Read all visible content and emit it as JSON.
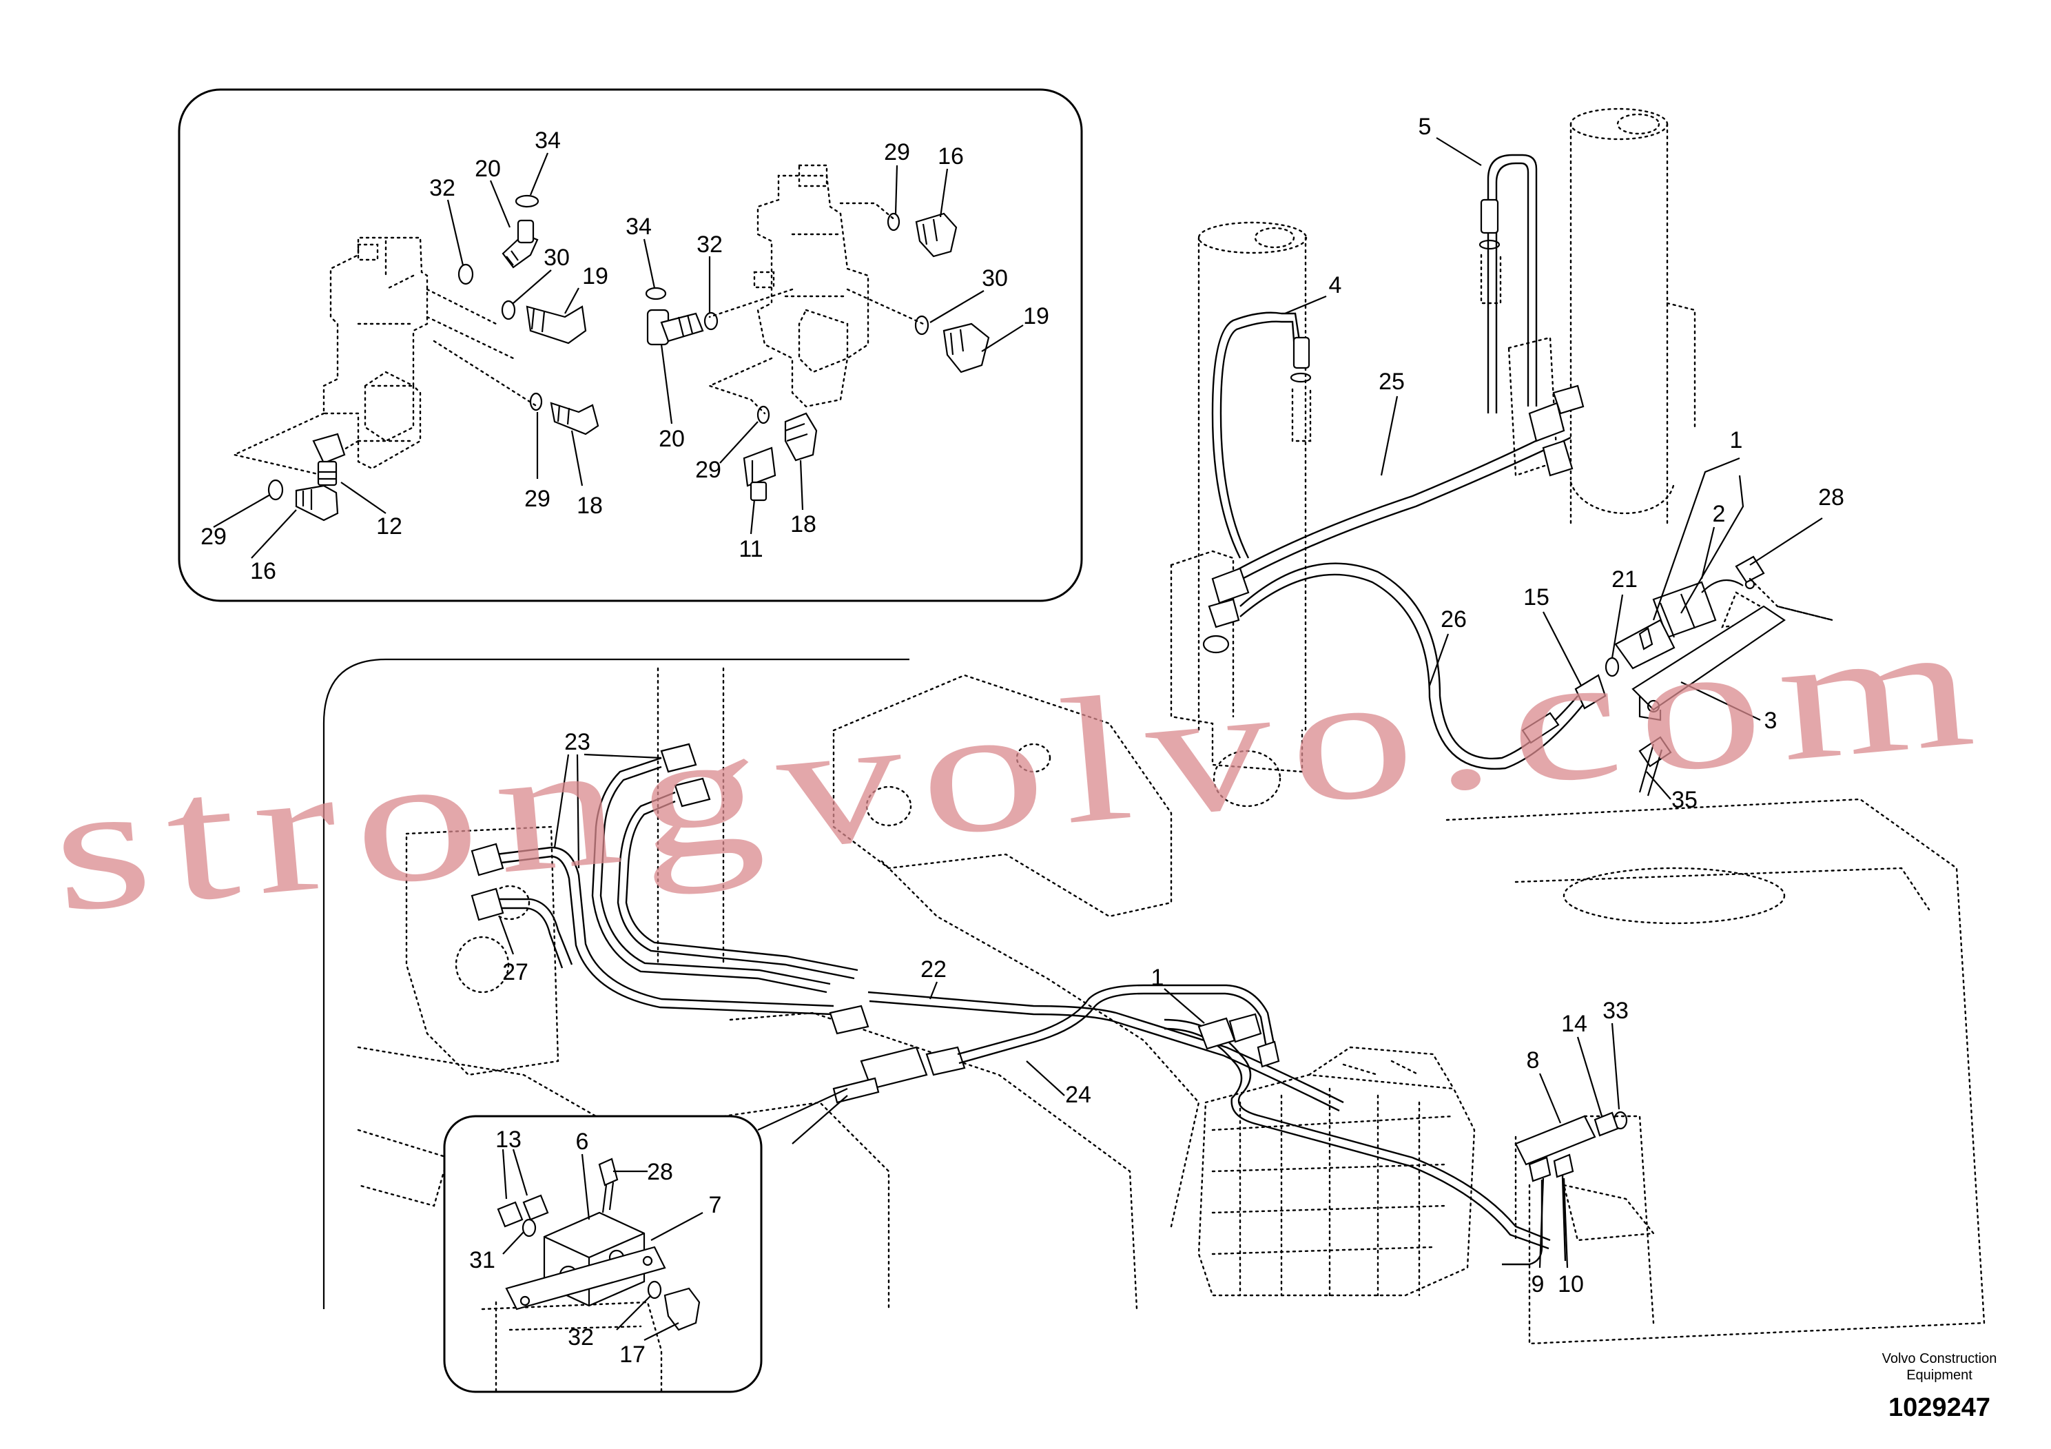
{
  "diagram": {
    "callouts": [
      {
        "id": "c34a",
        "text": "34"
      },
      {
        "id": "c20a",
        "text": "20"
      },
      {
        "id": "c32a",
        "text": "32"
      },
      {
        "id": "c30a",
        "text": "30"
      },
      {
        "id": "c19a",
        "text": "19"
      },
      {
        "id": "c29a",
        "text": "29"
      },
      {
        "id": "c18a",
        "text": "18"
      },
      {
        "id": "c12",
        "text": "12"
      },
      {
        "id": "c29b",
        "text": "29"
      },
      {
        "id": "c16a",
        "text": "16"
      },
      {
        "id": "c34b",
        "text": "34"
      },
      {
        "id": "c32b",
        "text": "32"
      },
      {
        "id": "c20b",
        "text": "20"
      },
      {
        "id": "c29c",
        "text": "29"
      },
      {
        "id": "c11",
        "text": "11"
      },
      {
        "id": "c18b",
        "text": "18"
      },
      {
        "id": "c29d",
        "text": "29"
      },
      {
        "id": "c16b",
        "text": "16"
      },
      {
        "id": "c30b",
        "text": "30"
      },
      {
        "id": "c19b",
        "text": "19"
      },
      {
        "id": "c5",
        "text": "5"
      },
      {
        "id": "c4",
        "text": "4"
      },
      {
        "id": "c25",
        "text": "25"
      },
      {
        "id": "c1a",
        "text": "1"
      },
      {
        "id": "c2",
        "text": "2"
      },
      {
        "id": "c28a",
        "text": "28"
      },
      {
        "id": "c21",
        "text": "21"
      },
      {
        "id": "c15",
        "text": "15"
      },
      {
        "id": "c26",
        "text": "26"
      },
      {
        "id": "c3",
        "text": "3"
      },
      {
        "id": "c35",
        "text": "35"
      },
      {
        "id": "c23",
        "text": "23"
      },
      {
        "id": "c27",
        "text": "27"
      },
      {
        "id": "c22",
        "text": "22"
      },
      {
        "id": "c1b",
        "text": "1"
      },
      {
        "id": "c24",
        "text": "24"
      },
      {
        "id": "c8",
        "text": "8"
      },
      {
        "id": "c14",
        "text": "14"
      },
      {
        "id": "c33",
        "text": "33"
      },
      {
        "id": "c9",
        "text": "9"
      },
      {
        "id": "c10",
        "text": "10"
      },
      {
        "id": "c13",
        "text": "13"
      },
      {
        "id": "c6",
        "text": "6"
      },
      {
        "id": "c28b",
        "text": "28"
      },
      {
        "id": "c7",
        "text": "7"
      },
      {
        "id": "c31",
        "text": "31"
      },
      {
        "id": "c32c",
        "text": "32"
      },
      {
        "id": "c17",
        "text": "17"
      }
    ]
  },
  "watermark": "strongvolvo.com",
  "brand": {
    "line1": "Volvo Construction",
    "line2": "Equipment"
  },
  "document_number": "1029247"
}
